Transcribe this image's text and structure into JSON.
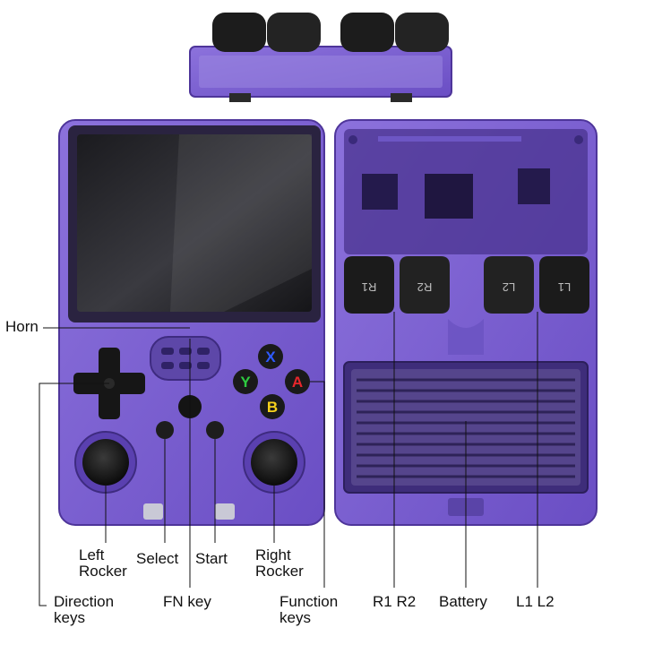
{
  "labels": {
    "horn": "Horn",
    "left_rocker": "Left Rocker",
    "select": "Select",
    "start": "Start",
    "right_rocker": "Right Rocker",
    "direction_keys": "Direction keys",
    "fn_key": "FN key",
    "function_keys": "Function keys",
    "r1_r2": "R1 R2",
    "battery": "Battery",
    "l1_l2": "L1 L2"
  },
  "face_buttons": {
    "x": "X",
    "y": "Y",
    "a": "A",
    "b": "B"
  },
  "shoulder_buttons": {
    "r1": "R1",
    "r2": "R2",
    "l2": "L2",
    "l1": "L1"
  },
  "colors": {
    "shell": "#7b5fd0",
    "shell_dark": "#5a3ea8",
    "x": "#2f5bff",
    "y": "#2ecc40",
    "a": "#e8262b",
    "b": "#f7d21c"
  }
}
